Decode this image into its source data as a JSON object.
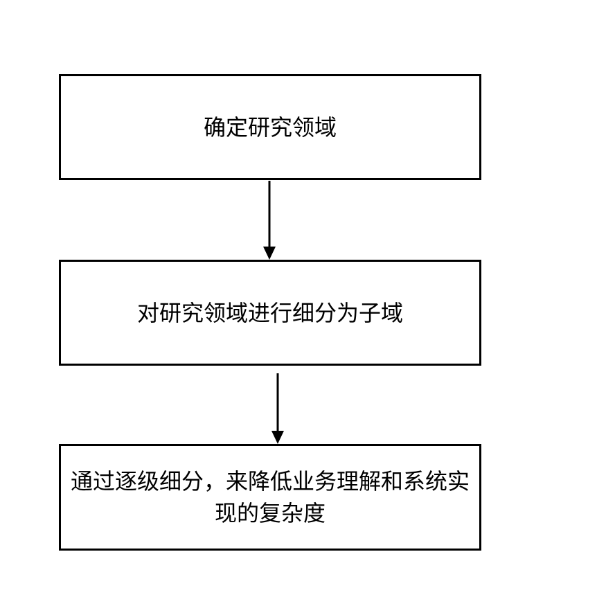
{
  "diagram": {
    "type": "flowchart",
    "direction": "top-down",
    "nodes": [
      {
        "id": "step-1",
        "label": "确定研究领域"
      },
      {
        "id": "step-2",
        "label": "对研究领域进行细分为子域"
      },
      {
        "id": "step-3",
        "label": "通过逐级细分，来降低业务理解和系统实现的复杂度"
      }
    ],
    "edges": [
      {
        "from": "step-1",
        "to": "step-2",
        "style": "solid-arrow-down"
      },
      {
        "from": "step-2",
        "to": "step-3",
        "style": "solid-arrow-down"
      }
    ],
    "colors": {
      "node_border": "#000000",
      "node_fill": "#ffffff",
      "text": "#000000",
      "arrow": "#000000",
      "background": "#ffffff"
    }
  }
}
